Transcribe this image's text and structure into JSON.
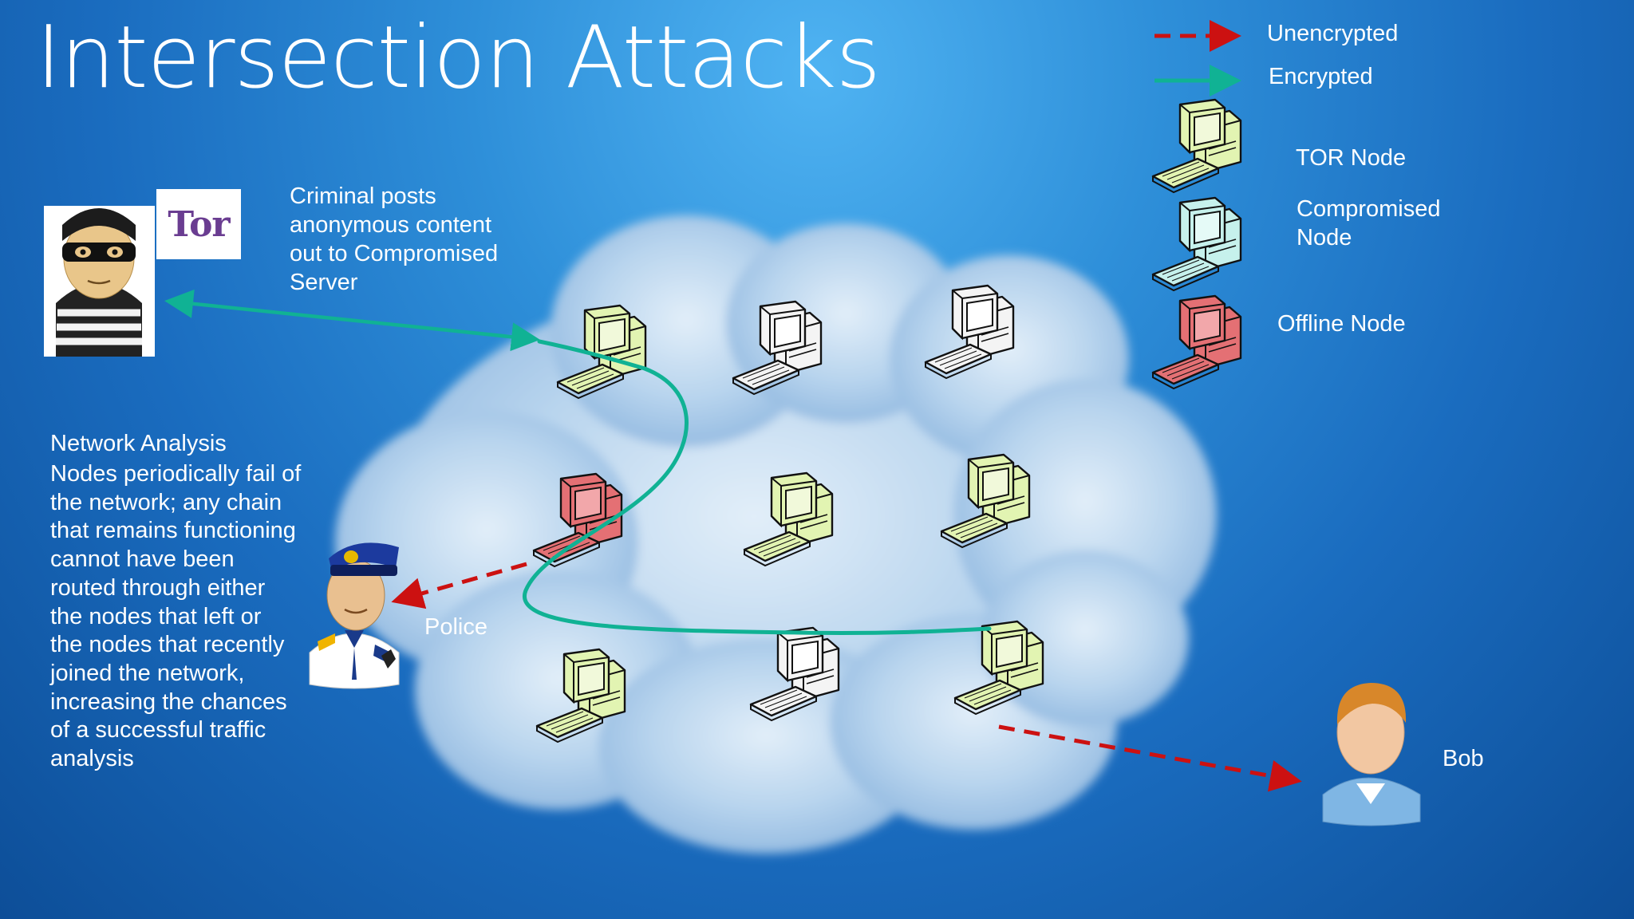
{
  "slide": {
    "title": "Intersection Attacks"
  },
  "legend": {
    "unencrypted": "Unencrypted",
    "encrypted": "Encrypted",
    "tor_node": "TOR Node",
    "compromised_node_lines": [
      "Compromised",
      "Node"
    ],
    "offline_node": "Offline Node"
  },
  "callout": {
    "lines": [
      "Criminal posts",
      "anonymous content",
      "out to Compromised",
      "Server"
    ]
  },
  "network_analysis": {
    "title": "Network Analysis",
    "body_lines": [
      "Nodes periodically fail of",
      "the network; any chain",
      "that remains functioning",
      "cannot have been",
      "routed through either",
      "the nodes that left or",
      "the nodes that recently",
      "joined the network,",
      "increasing the chances",
      "of a successful traffic",
      "analysis"
    ]
  },
  "actors": {
    "police": "Police",
    "bob": "Bob",
    "tor_logo": "Tor"
  },
  "colors": {
    "unencrypted": "#cc1111",
    "encrypted": "#10b294",
    "tor_node": "#e2f4b2",
    "compromised_node": "#c6f1ec",
    "offline_node": "#e47074",
    "plain_node": "#f4f4f4"
  }
}
